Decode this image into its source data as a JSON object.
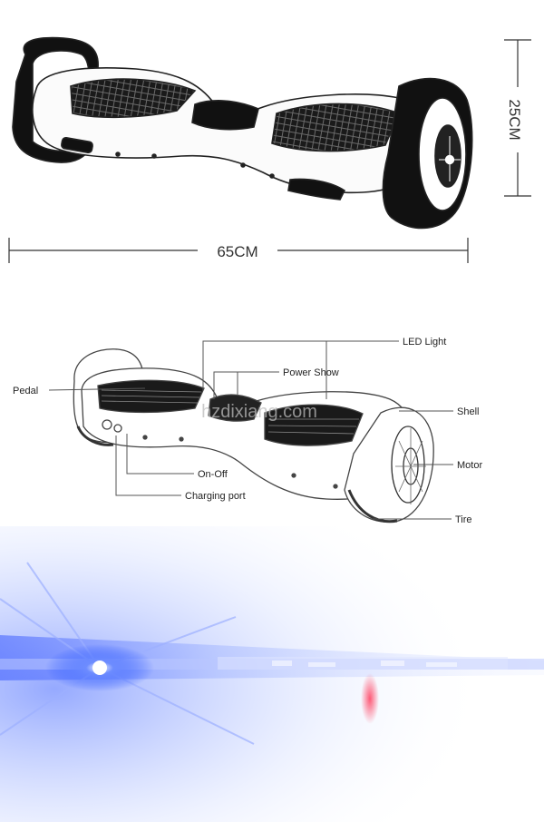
{
  "dimensions": {
    "length": "65CM",
    "height": "25CM"
  },
  "watermark": "hzdixiang.com",
  "callouts": {
    "led_light": "LED Light",
    "power_show": "Power Show",
    "pedal": "Pedal",
    "shell": "Shell",
    "motor": "Motor",
    "on_off": "On-Off",
    "charging_port": "Charging port",
    "tire": "Tire"
  },
  "colors": {
    "line": "#333333",
    "glow_blue": "#1e4cff",
    "glow_pink": "#ff3355"
  }
}
